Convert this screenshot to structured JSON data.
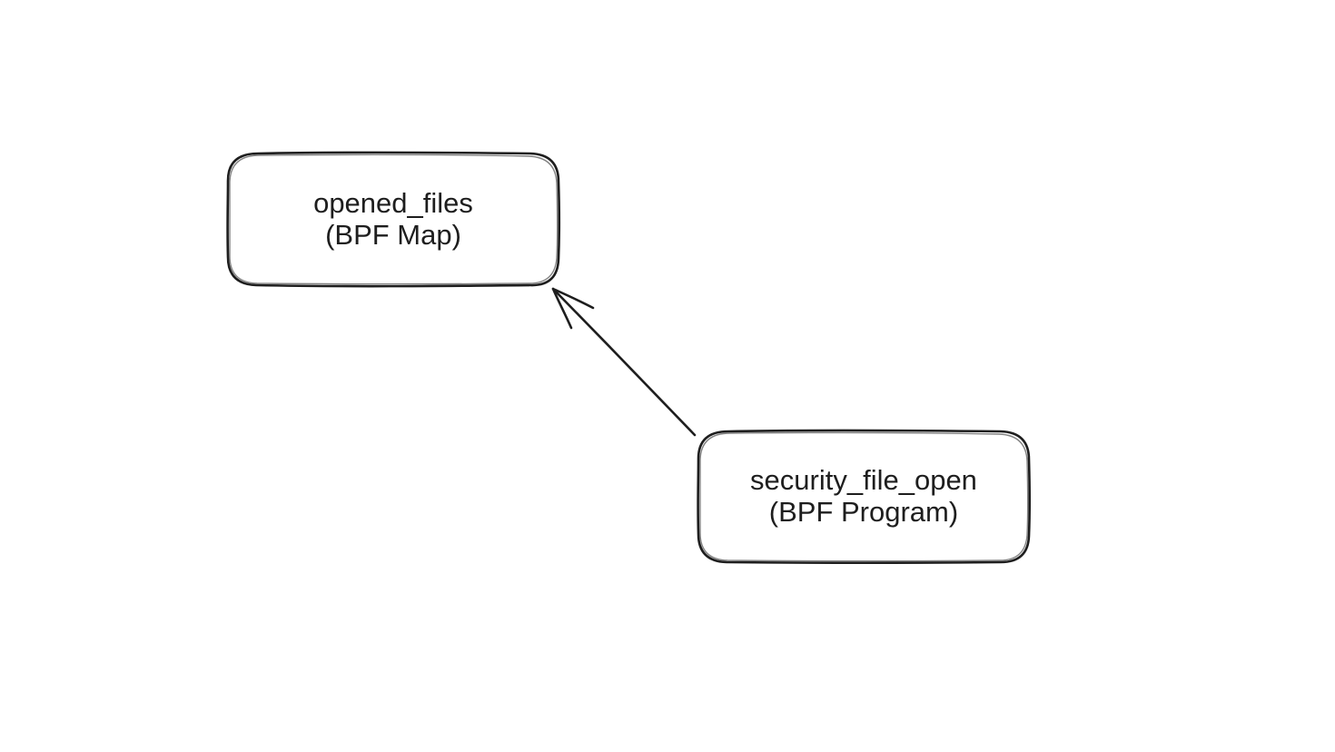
{
  "nodes": {
    "map": {
      "line1": "opened_files",
      "line2": "(BPF Map)"
    },
    "program": {
      "line1": "security_file_open",
      "line2": "(BPF Program)"
    }
  },
  "colors": {
    "stroke": "#1e1e1e",
    "background": "#ffffff"
  }
}
